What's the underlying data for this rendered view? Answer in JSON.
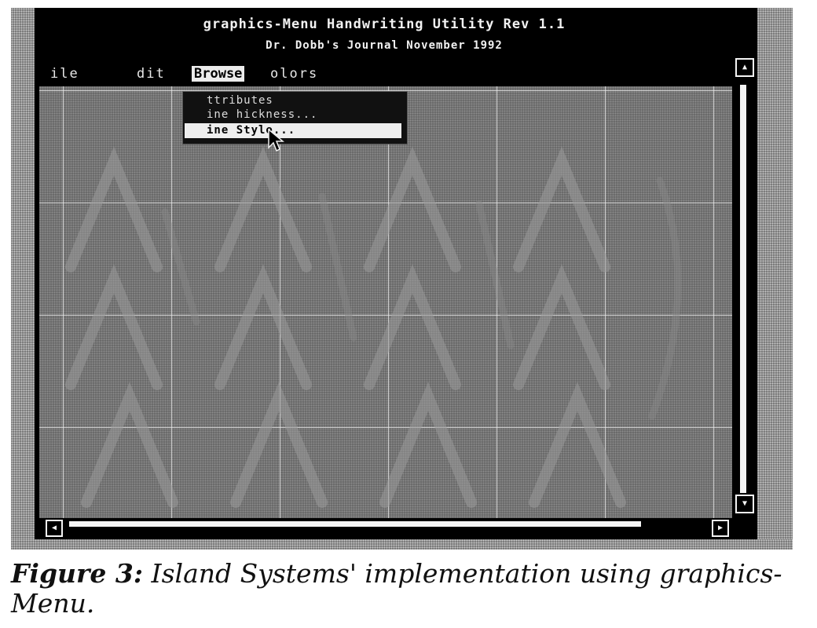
{
  "window": {
    "title_line1": "graphics-Menu Handwriting Utility Rev 1.1",
    "title_line2": "Dr. Dobb's Journal November 1992"
  },
  "menubar": {
    "items": [
      {
        "label": "ile"
      },
      {
        "label": "dit"
      },
      {
        "label": "Browse",
        "selected": true
      },
      {
        "label": "olors"
      }
    ]
  },
  "dropdown": {
    "items": [
      {
        "label": "ttributes"
      },
      {
        "label": "ine hickness..."
      },
      {
        "label": "ine Style...",
        "highlighted": true
      }
    ]
  },
  "scrollbars": {
    "vertical": {
      "up_glyph": "▲",
      "down_glyph": "▼"
    },
    "horizontal": {
      "left_glyph": "◀",
      "right_glyph": "▶"
    }
  },
  "icons": {
    "cursor": "arrow-pointer-icon"
  },
  "colors": {
    "screen_background": "#000000",
    "canvas_background": "#666666",
    "grid_lines": "#ebebeb",
    "menu_highlight": "#ececec"
  },
  "caption": {
    "label": "Figure 3:",
    "text": "Island Systems' implementation using graphics-Menu."
  }
}
